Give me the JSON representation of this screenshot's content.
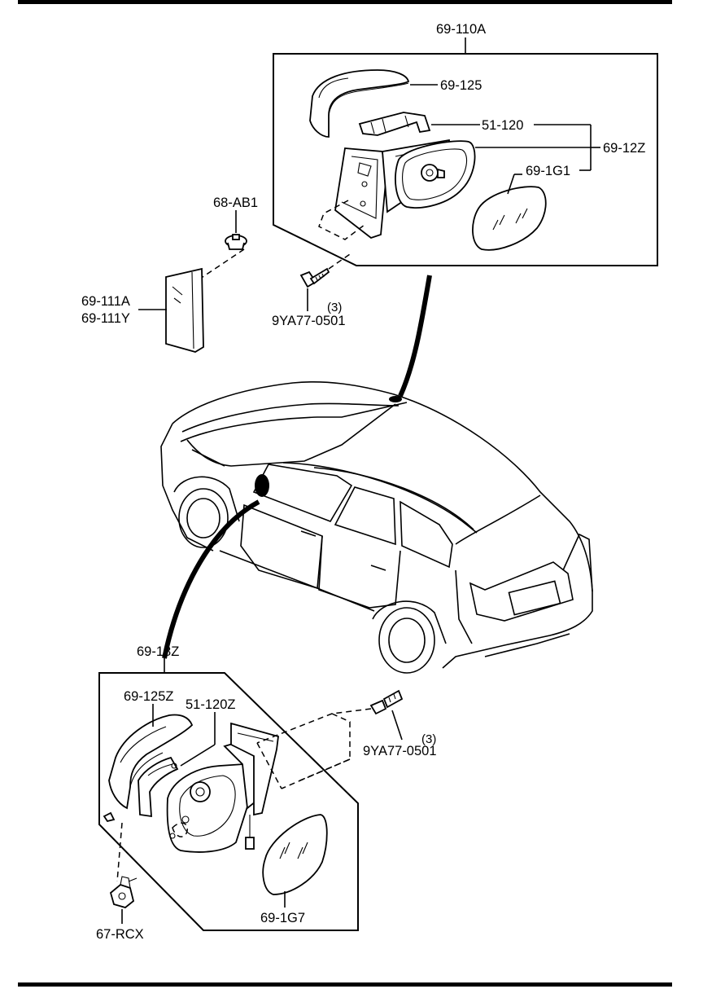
{
  "labels": {
    "assembly_upper": "69-110A",
    "cover_upper": "69-125",
    "bracket_upper": "51-120",
    "kit_upper": "69-12Z",
    "glass_upper": "69-1G1",
    "clip": "68-AB1",
    "garnish_a": "69-111A",
    "garnish_y": "69-111Y",
    "bolt_qty_upper": "(3)",
    "bolt_upper": "9YA77-0501",
    "assembly_lower": "69-18Z",
    "cover_lower": "69-125Z",
    "bracket_lower": "51-120Z",
    "bolt_qty_lower": "(3)",
    "bolt_lower": "9YA77-0501",
    "glass_lower": "69-1G7",
    "connector": "67-RCX"
  }
}
